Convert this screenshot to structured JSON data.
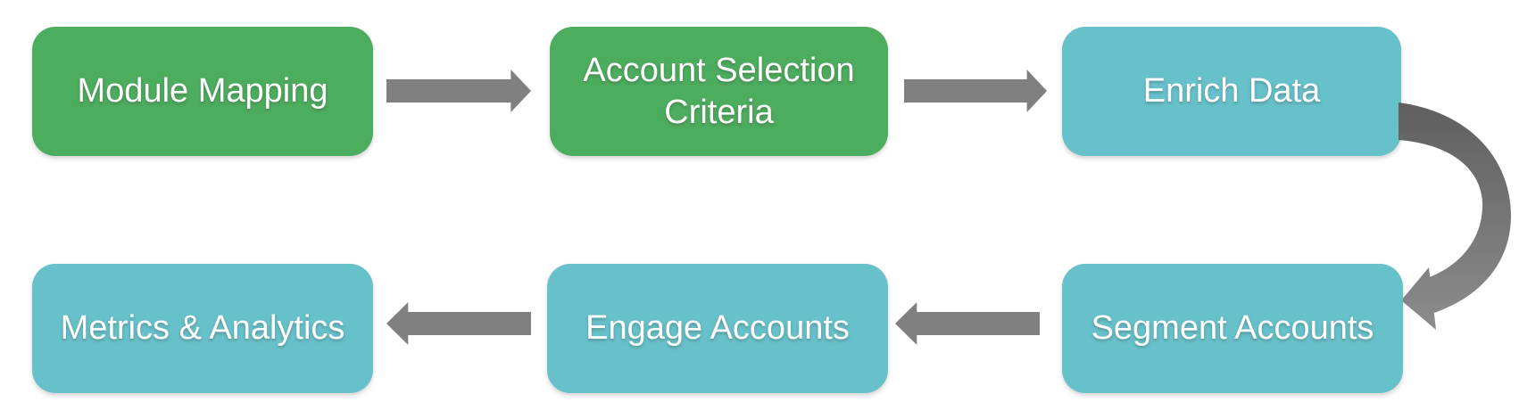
{
  "diagram": {
    "background_color": "#ffffff",
    "colors": {
      "green": "#4dad5e",
      "teal": "#67c1ca",
      "arrow": "#808080",
      "curved_arrow_dark": "#5e5e5e",
      "curved_arrow_light": "#8d8d8d",
      "text": "#ffffff"
    },
    "nodes": [
      {
        "id": "module-mapping",
        "label": "Module Mapping",
        "color": "green"
      },
      {
        "id": "account-selection-criteria",
        "label": "Account Selection Criteria",
        "color": "green"
      },
      {
        "id": "enrich-data",
        "label": "Enrich Data",
        "color": "teal"
      },
      {
        "id": "segment-accounts",
        "label": "Segment Accounts",
        "color": "teal"
      },
      {
        "id": "engage-accounts",
        "label": "Engage Accounts",
        "color": "teal"
      },
      {
        "id": "metrics-analytics",
        "label": "Metrics & Analytics",
        "color": "teal"
      }
    ],
    "flow": [
      {
        "from": "Module Mapping",
        "to": "Account Selection Criteria",
        "arrow": "right"
      },
      {
        "from": "Account Selection Criteria",
        "to": "Enrich Data",
        "arrow": "right"
      },
      {
        "from": "Enrich Data",
        "to": "Segment Accounts",
        "arrow": "curved-down"
      },
      {
        "from": "Segment Accounts",
        "to": "Engage Accounts",
        "arrow": "left"
      },
      {
        "from": "Engage Accounts",
        "to": "Metrics & Analytics",
        "arrow": "left"
      }
    ]
  }
}
